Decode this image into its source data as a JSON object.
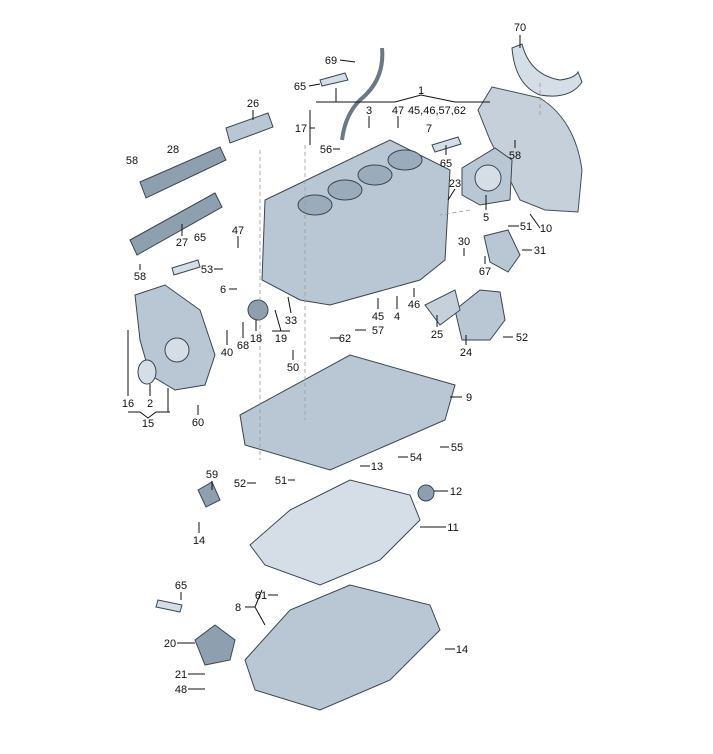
{
  "diagram": {
    "title": "Cylinder block, oil pan exploded parts diagram",
    "callouts": [
      "70",
      "69",
      "65",
      "26",
      "1",
      "3",
      "47",
      "45,46,57,62",
      "17",
      "7",
      "58",
      "28",
      "56",
      "65",
      "58",
      "23",
      "5",
      "10",
      "47",
      "65",
      "27",
      "51",
      "30",
      "31",
      "53",
      "67",
      "58",
      "6",
      "46",
      "45",
      "4",
      "25",
      "57",
      "33",
      "16",
      "2",
      "15",
      "40",
      "68",
      "18",
      "19",
      "62",
      "50",
      "24",
      "52",
      "9",
      "60",
      "55",
      "13",
      "54",
      "59",
      "51",
      "52",
      "12",
      "11",
      "14",
      "65",
      "61",
      "8",
      "20",
      "14",
      "21",
      "48"
    ]
  }
}
